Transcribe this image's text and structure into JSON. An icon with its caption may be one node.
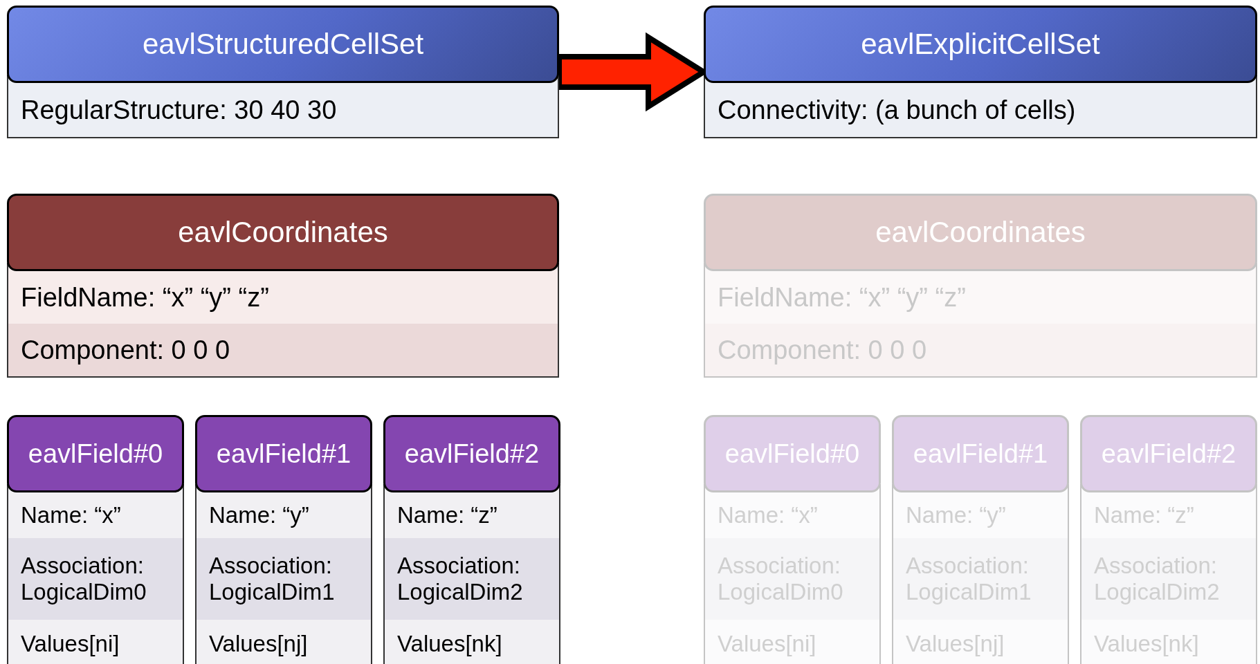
{
  "diagram": {
    "nodes": [
      {
        "text": [
          "eavlStructuredCellSet",
          "RegularStructure: 30 40 30"
        ]
      },
      {
        "text": [
          "eavlExplicitCellSet",
          "Connectivity: (a bunch of cells)"
        ]
      },
      {
        "text": [
          "eavlCoordinates",
          "FieldName: “x” “y” “z”",
          "Component: 0 0 0"
        ]
      },
      {
        "text": [
          "eavlCoordinates",
          "FieldName: “x” “y” “z”",
          "Component: 0 0 0"
        ]
      },
      {
        "text": [
          "eavlField#0",
          "Name: “x”",
          "Association: LogicalDim0",
          "Values[ni]"
        ]
      },
      {
        "text": [
          "eavlField#1",
          "Name: “y”",
          "Association: LogicalDim1",
          "Values[nj]"
        ]
      },
      {
        "text": [
          "eavlField#2",
          "Name: “z”",
          "Association: LogicalDim2",
          "Values[nk]"
        ]
      },
      {
        "text": [
          "eavlField#0",
          "Name: “x”",
          "Association: LogicalDim0",
          "Values[ni]"
        ]
      },
      {
        "text": [
          "eavlField#1",
          "Name: “y”",
          "Association: LogicalDim1",
          "Values[nj]"
        ]
      },
      {
        "text": [
          "eavlField#2",
          "Name: “z”",
          "Association: LogicalDim2",
          "Values[nk]"
        ]
      }
    ],
    "edges": [
      {
        "from": 0,
        "to": 1,
        "arrow": "to",
        "style": "thick"
      }
    ]
  }
}
